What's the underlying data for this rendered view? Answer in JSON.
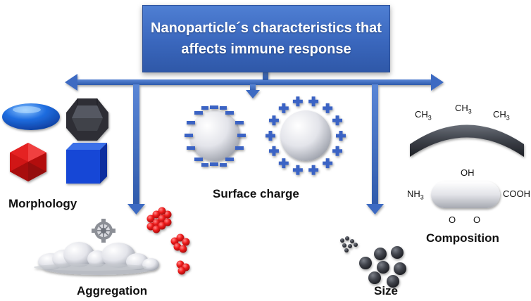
{
  "title": {
    "line1": "Nanoparticle´s characteristics that",
    "line2": "affects immune response"
  },
  "categories": {
    "morphology": "Morphology",
    "surface_charge": "Surface charge",
    "aggregation": "Aggregation",
    "size": "Size",
    "composition": "Composition"
  },
  "chemistry": {
    "methyl": "CH",
    "methyl_sub": "3",
    "hydroxyl": "OH",
    "amine": "NH",
    "amine_sub": "3",
    "carboxyl": "COOH",
    "oxygen": "O"
  },
  "colors": {
    "title_box": "#3a67bd",
    "arrow": "#3d6bc2",
    "sphere": "#e8e8ee",
    "charge_blue": "#3b63c4",
    "red": "#e61c1c",
    "dark_particle": "#3a3d45"
  }
}
